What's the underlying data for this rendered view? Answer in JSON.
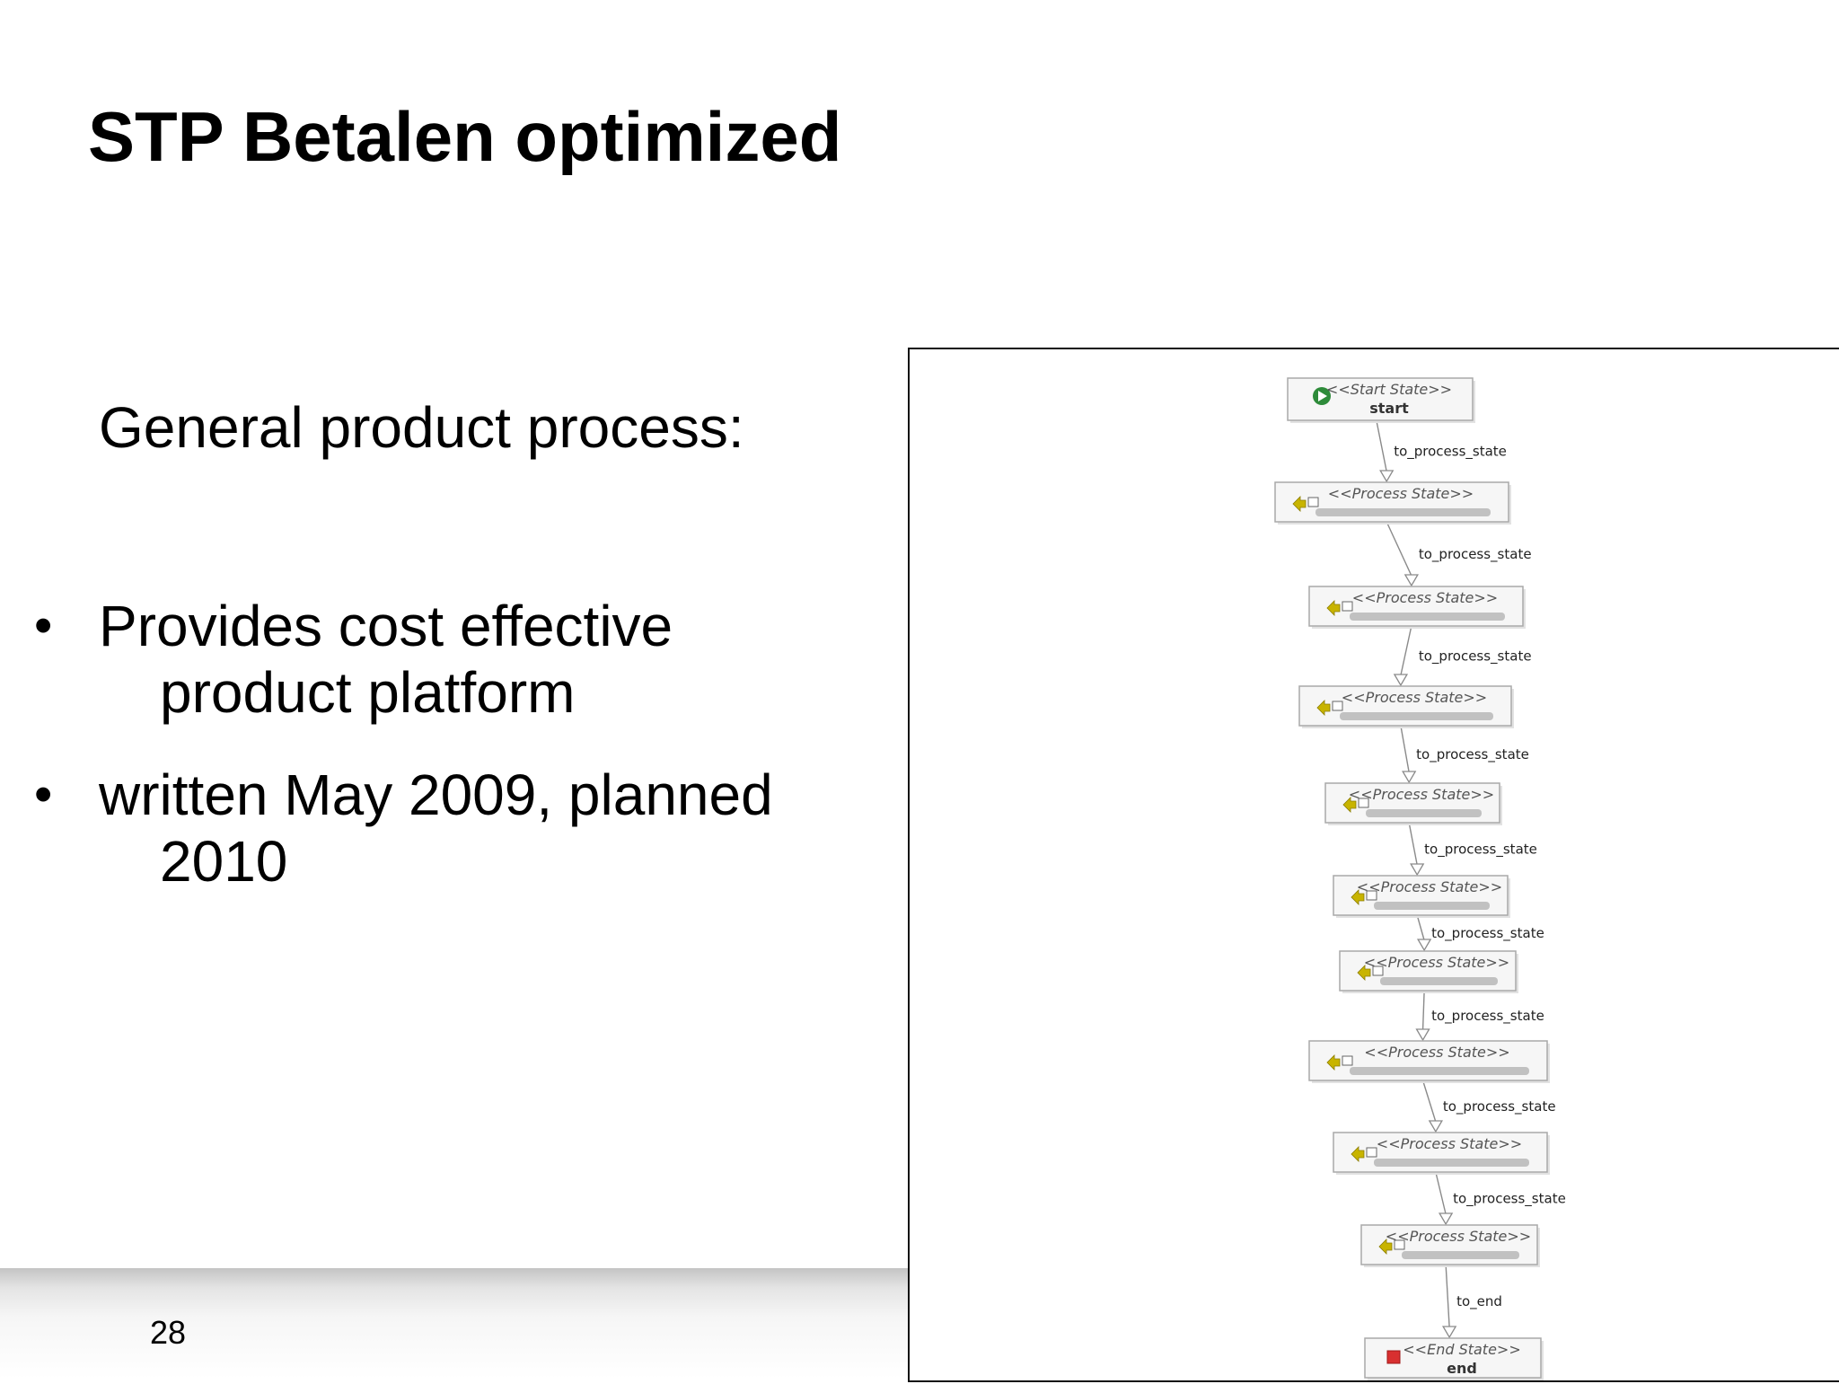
{
  "slide": {
    "title": "STP Betalen optimized",
    "intro": "General product process:",
    "bullets": [
      {
        "line1": "Provides cost effective",
        "line2": "product platform"
      },
      {
        "line1": "written May 2009, planned",
        "line2": "2010"
      }
    ],
    "page_number": "28"
  },
  "diagram": {
    "nodes": [
      {
        "stereotype": "<<Start State>>",
        "name": "start",
        "kind": "start"
      },
      {
        "stereotype": "<<Process State>>",
        "name": "",
        "kind": "process"
      },
      {
        "stereotype": "<<Process State>>",
        "name": "",
        "kind": "process"
      },
      {
        "stereotype": "<<Process State>>",
        "name": "",
        "kind": "process"
      },
      {
        "stereotype": "<<Process State>>",
        "name": "",
        "kind": "process"
      },
      {
        "stereotype": "<<Process State>>",
        "name": "",
        "kind": "process"
      },
      {
        "stereotype": "<<Process State>>",
        "name": "",
        "kind": "process"
      },
      {
        "stereotype": "<<Process State>>",
        "name": "",
        "kind": "process"
      },
      {
        "stereotype": "<<Process State>>",
        "name": "",
        "kind": "process"
      },
      {
        "stereotype": "<<Process State>>",
        "name": "",
        "kind": "process"
      },
      {
        "stereotype": "<<End State>>",
        "name": "end",
        "kind": "end"
      }
    ],
    "edges": [
      "to_process_state",
      "to_process_state",
      "to_process_state",
      "to_process_state",
      "to_process_state",
      "to_process_state",
      "to_process_state",
      "to_process_state",
      "to_process_state",
      "to_end"
    ],
    "colors": {
      "node_fill": "#f6f6f6",
      "node_border": "#a9a9a9",
      "start_icon": "#2e8b3a",
      "end_icon": "#d83030",
      "process_icon": "#c8b400",
      "edge": "#8a8a8a"
    }
  }
}
